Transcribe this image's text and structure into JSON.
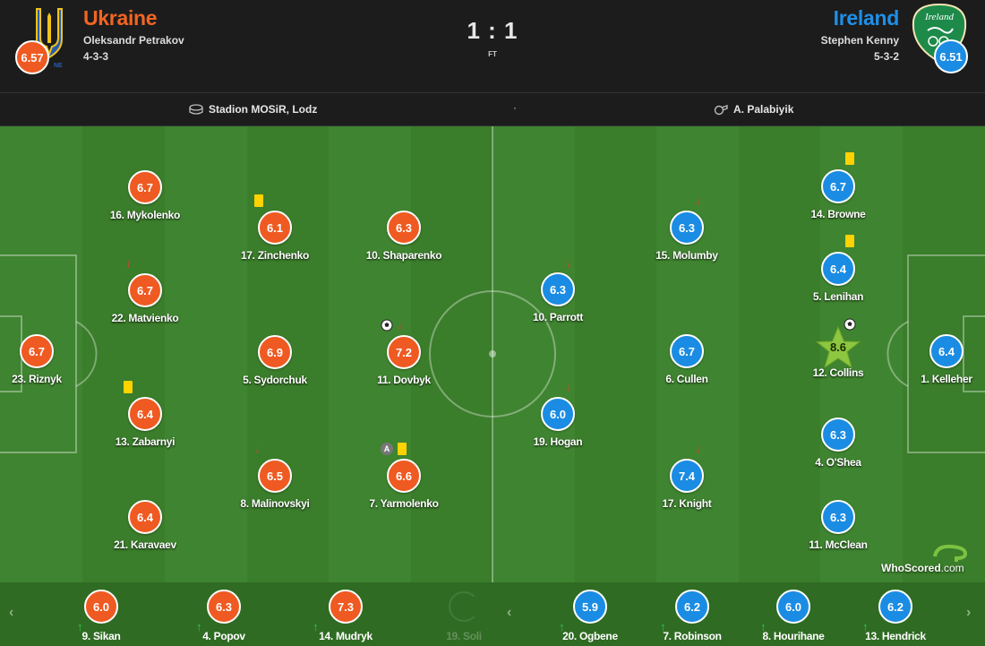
{
  "match": {
    "home": {
      "name": "Ukraine",
      "manager": "Oleksandr Petrakov",
      "formation": "4-3-3",
      "rating": "6.57",
      "crest_partial_text": "NE"
    },
    "away": {
      "name": "Ireland",
      "manager": "Stephen Kenny",
      "formation": "5-3-2",
      "rating": "6.51",
      "crest_text": "Ireland"
    },
    "score": "1 : 1",
    "status": "FT"
  },
  "info": {
    "venue": "Stadion MOSiR, Lodz",
    "separator": "·",
    "referee": "A. Palabiyik"
  },
  "colors": {
    "home": "#ef5a22",
    "away": "#1b8ce3",
    "pitch_dark": "#3a7d2a",
    "pitch_light": "#428a31",
    "motm": "#8dc63f"
  },
  "home_players": [
    {
      "name": "23. Riznyk",
      "rating": "6.7"
    },
    {
      "name": "16. Mykolenko",
      "rating": "6.7"
    },
    {
      "name": "22. Matvienko",
      "rating": "6.7"
    },
    {
      "name": "13. Zabarnyi",
      "rating": "6.4"
    },
    {
      "name": "21. Karavaev",
      "rating": "6.4"
    },
    {
      "name": "17. Zinchenko",
      "rating": "6.1"
    },
    {
      "name": "5. Sydorchuk",
      "rating": "6.9"
    },
    {
      "name": "8. Malinovskyi",
      "rating": "6.5"
    },
    {
      "name": "10. Shaparenko",
      "rating": "6.3"
    },
    {
      "name": "11. Dovbyk",
      "rating": "7.2"
    },
    {
      "name": "7. Yarmolenko",
      "rating": "6.6"
    }
  ],
  "away_players": [
    {
      "name": "1. Kelleher",
      "rating": "6.4"
    },
    {
      "name": "14. Browne",
      "rating": "6.7"
    },
    {
      "name": "5. Lenihan",
      "rating": "6.4"
    },
    {
      "name": "12. Collins",
      "rating": "8.6",
      "motm": true
    },
    {
      "name": "4. O'Shea",
      "rating": "6.3"
    },
    {
      "name": "11. McClean",
      "rating": "6.3"
    },
    {
      "name": "15. Molumby",
      "rating": "6.3"
    },
    {
      "name": "6. Cullen",
      "rating": "6.7"
    },
    {
      "name": "17. Knight",
      "rating": "7.4"
    },
    {
      "name": "10. Parrott",
      "rating": "6.3"
    },
    {
      "name": "19. Hogan",
      "rating": "6.0"
    }
  ],
  "events": {
    "assist_label": "A"
  },
  "home_subs": [
    {
      "name": "9. Sikan",
      "rating": "6.0"
    },
    {
      "name": "4. Popov",
      "rating": "6.3"
    },
    {
      "name": "14. Mudryk",
      "rating": "7.3"
    },
    {
      "name": "19. Soli",
      "rating": ""
    }
  ],
  "away_subs": [
    {
      "name": "20. Ogbene",
      "rating": "5.9"
    },
    {
      "name": "7. Robinson",
      "rating": "6.2"
    },
    {
      "name": "8. Hourihane",
      "rating": "6.0"
    },
    {
      "name": "13. Hendrick",
      "rating": "6.2"
    }
  ],
  "nav": {
    "prev": "‹",
    "next": "›"
  },
  "watermark": {
    "text": "WhoScored",
    "suffix": ".com"
  }
}
